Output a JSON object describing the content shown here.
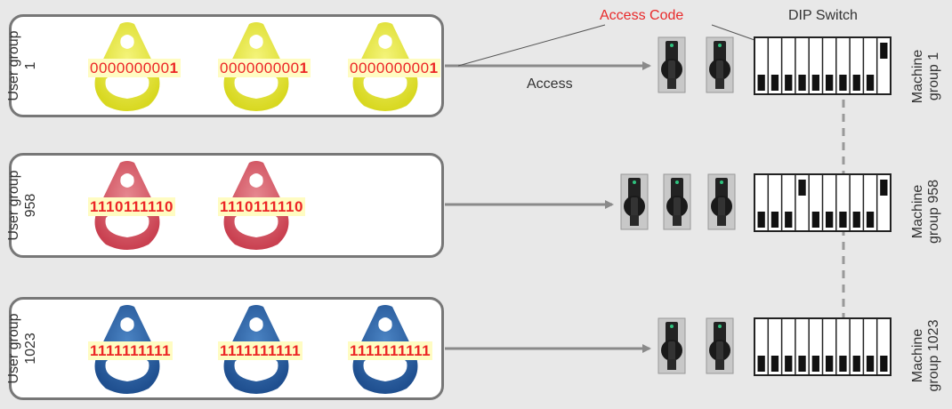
{
  "annotations": {
    "access_code": "Access Code",
    "dip_switch": "DIP Switch",
    "access": "Access"
  },
  "colors": {
    "access_code": "#e8292a",
    "arrow": "#8a8a8a",
    "yellow": "#ecec3a",
    "red": "#d65a64",
    "blue": "#2d66a8"
  },
  "groups": [
    {
      "label": "User group\n1",
      "color": "yellow",
      "codes": [
        {
          "normal": "000000000",
          "bold": "1",
          "tail": ""
        },
        {
          "normal": "000000000",
          "bold": "1",
          "tail": ""
        },
        {
          "normal": "000000000",
          "bold": "1",
          "tail": ""
        }
      ]
    },
    {
      "label": "User group\n958",
      "color": "red",
      "codes": [
        {
          "normal": "",
          "bold": "1110111110",
          "tail": ""
        },
        {
          "normal": "",
          "bold": "1110111110",
          "tail": ""
        }
      ]
    },
    {
      "label": "User group\n1023",
      "color": "blue",
      "codes": [
        {
          "normal": "",
          "bold": "1111111111",
          "tail": ""
        },
        {
          "normal": "",
          "bold": "1111111111",
          "tail": ""
        },
        {
          "normal": "",
          "bold": "1111111111",
          "tail": ""
        }
      ]
    }
  ],
  "machines": [
    {
      "label": "Machine\ngroup 1",
      "switches": [
        1,
        1,
        1,
        1,
        1,
        1,
        1,
        1,
        1,
        0
      ]
    },
    {
      "label": "Machine\ngroup 958",
      "switches": [
        1,
        1,
        1,
        0,
        1,
        1,
        1,
        1,
        1,
        0
      ]
    },
    {
      "label": "Machine\ngroup 1023",
      "switches": [
        1,
        1,
        1,
        1,
        1,
        1,
        1,
        1,
        1,
        1
      ]
    }
  ]
}
